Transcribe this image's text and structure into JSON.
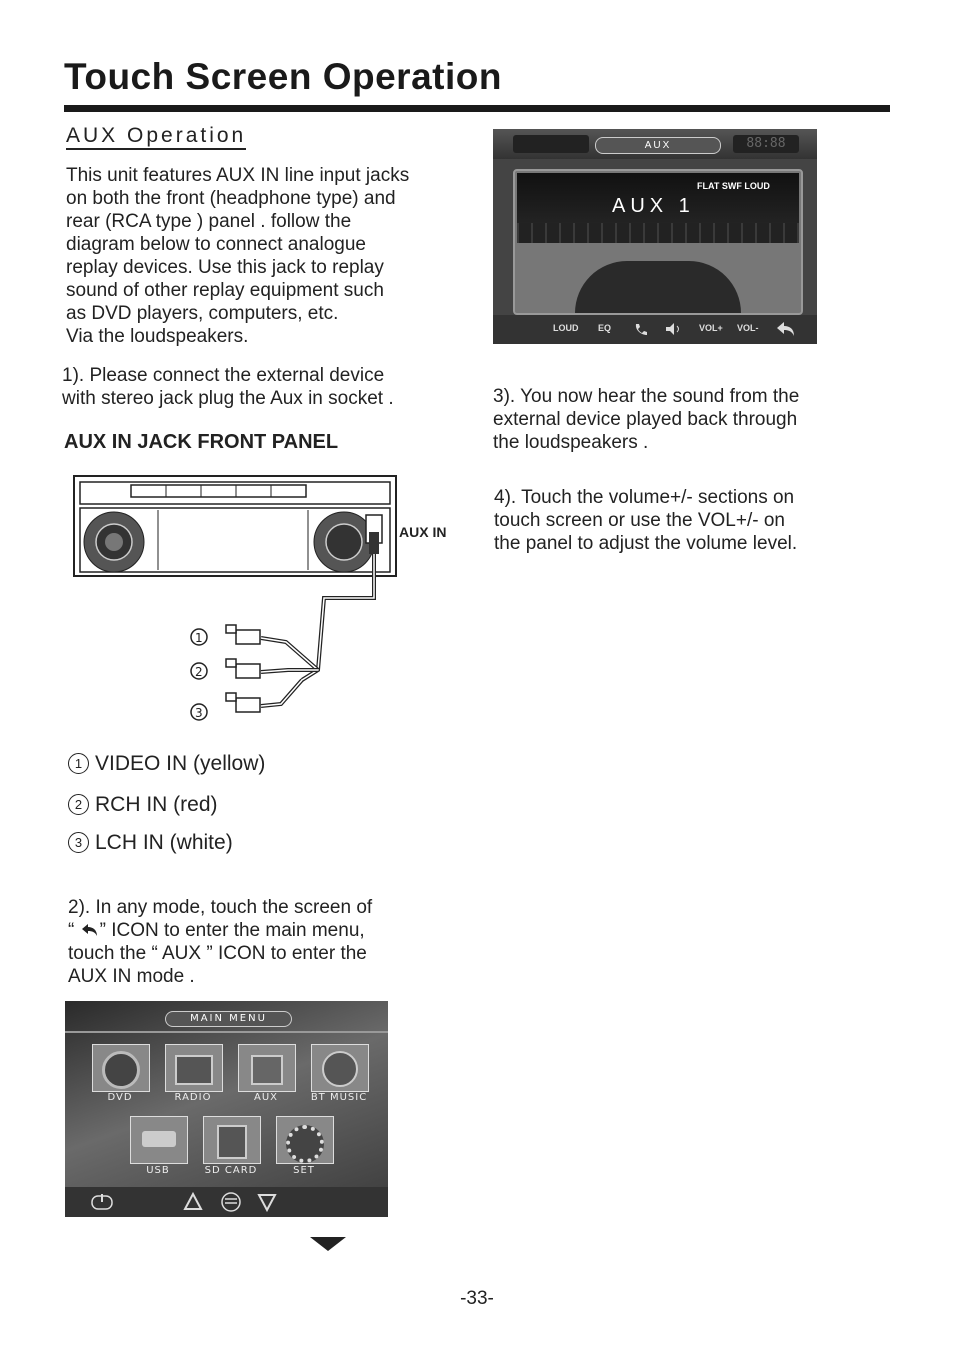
{
  "page": {
    "title": "Touch Screen Operation",
    "section_title": "AUX Operation",
    "intro_lines": [
      "This unit features AUX IN line input jacks",
      "on both the front (headphone type) and",
      "rear (RCA type ) panel . follow the",
      "diagram below to connect analogue",
      "replay devices. Use this jack to replay",
      "sound of other replay equipment such",
      "as DVD players, computers, etc.",
      "Via the loudspeakers."
    ],
    "step1_lines": [
      "1). Please connect the external device",
      "with stereo jack plug the Aux in socket ."
    ],
    "front_panel_heading": "AUX IN JACK FRONT PANEL",
    "aux_in_label": "AUX IN",
    "legend": [
      {
        "num": "1",
        "text": "VIDEO IN  (yellow)"
      },
      {
        "num": "2",
        "text": "RCH IN (red)"
      },
      {
        "num": "3",
        "text": "LCH IN (white)"
      }
    ],
    "step2_lines": {
      "line1": "2). In any mode, touch the screen of",
      "line2_prefix": "“",
      "line2_suffix": "” ICON to enter the main menu,",
      "line3": "touch the  “ AUX ” ICON to enter the",
      "line4": "AUX IN mode ."
    },
    "step3_lines": [
      "3). You now hear the sound from the",
      "external device played back through",
      "the loudspeakers ."
    ],
    "step4_lines": [
      "4). Touch the volume+/- sections on",
      "touch screen or use the VOL+/-  on",
      "the panel to adjust the volume level."
    ],
    "page_number": "-33-"
  },
  "aux_screen": {
    "mode_label": "AUX",
    "clock": "88:88",
    "source_text": "AUX 1",
    "eq_text": "FLAT SWF LOUD",
    "bottom_buttons": [
      "LOUD",
      "EQ",
      "phone-icon",
      "mute-icon",
      "VOL+",
      "VOL-",
      "back-icon"
    ]
  },
  "main_menu": {
    "title": "MAIN MENU",
    "row1": [
      "DVD",
      "RADIO",
      "AUX",
      "BT MUSIC"
    ],
    "row2": [
      "USB",
      "SD CARD",
      "SET"
    ],
    "bottom_icons": [
      "power-icon",
      "up-icon",
      "menu-icon",
      "down-icon"
    ]
  }
}
